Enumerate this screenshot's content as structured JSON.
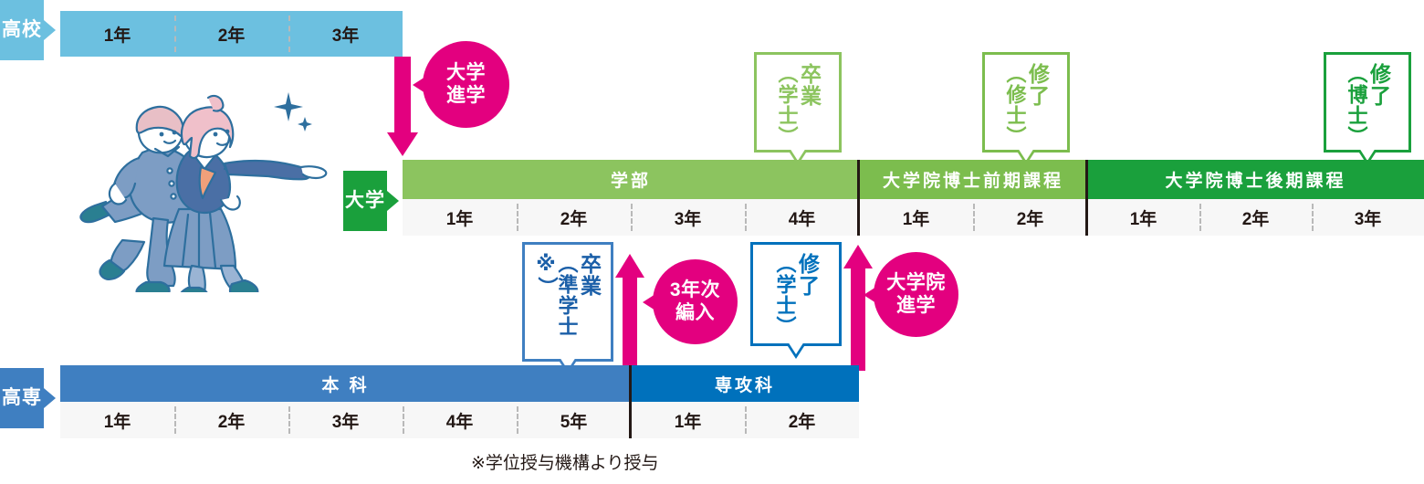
{
  "title": "進学ルート図（高校・高専から大学・大学院へ）",
  "colors": {
    "highschool_blue": "#6cc0e0",
    "kosen_blue": "#3f7fc1",
    "kosen_advanced_blue": "#0071bc",
    "university_green": "#1aa03c",
    "undergrad_green": "#8cc45f",
    "master_green": "#7cbd4e",
    "doctor_green": "#1aa03c",
    "pink": "#e3007f",
    "cell_bg": "#f7f7f7",
    "text_dark": "#231815"
  },
  "rows": {
    "highschool": {
      "label": "高校",
      "years": [
        "1年",
        "2年",
        "3年"
      ]
    },
    "university": {
      "label": "大学",
      "bands": [
        {
          "name": "学部",
          "years": [
            "1年",
            "2年",
            "3年",
            "4年"
          ]
        },
        {
          "name": "大学院博士前期課程",
          "years": [
            "1年",
            "2年"
          ]
        },
        {
          "name": "大学院博士後期課程",
          "years": [
            "1年",
            "2年",
            "3年"
          ]
        }
      ]
    },
    "kosen": {
      "label": "高専",
      "bands": [
        {
          "name": "本 科",
          "years": [
            "1年",
            "2年",
            "3年",
            "4年",
            "5年"
          ]
        },
        {
          "name": "専攻科",
          "years": [
            "1年",
            "2年"
          ]
        }
      ]
    }
  },
  "callouts": {
    "bachelor_graduation": {
      "main": "卒業",
      "sub": "（学士）",
      "color": "#8cc45f"
    },
    "master_completion": {
      "main": "修了",
      "sub": "（修士）",
      "color": "#7cbd4e"
    },
    "doctor_completion": {
      "main": "修了",
      "sub": "（博士）",
      "color": "#1aa03c"
    },
    "associate_graduation": {
      "main": "卒業",
      "sub": "（準学士※）",
      "color": "#3f7fc1"
    },
    "kosen_bachelor": {
      "main": "修了",
      "sub": "（学士）",
      "color": "#0071bc"
    }
  },
  "badges": {
    "university_entry": {
      "line1": "大学",
      "line2": "進学"
    },
    "third_year_transfer": {
      "line1": "3年次",
      "line2": "編入"
    },
    "grad_school_entry": {
      "line1": "大学院",
      "line2": "進学"
    }
  },
  "footnote": "※学位授与機構より授与",
  "illustration": {
    "name": "two-running-students",
    "alt": "制服を着て走る高校生の男女のイラスト"
  }
}
